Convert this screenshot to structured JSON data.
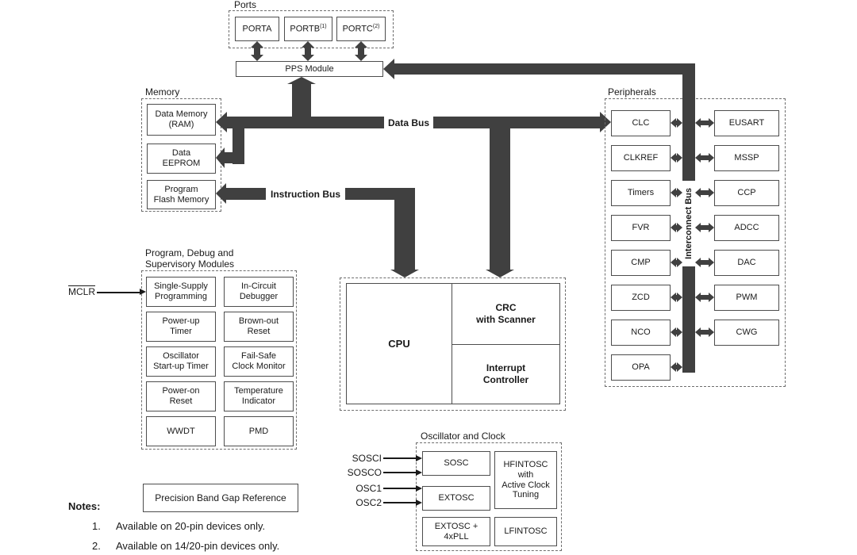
{
  "ports": {
    "section_label": "Ports",
    "items": [
      {
        "name": "PORTA",
        "sup": ""
      },
      {
        "name": "PORTB",
        "sup": "(1)"
      },
      {
        "name": "PORTC",
        "sup": "(2)"
      }
    ]
  },
  "pps_module": {
    "label": "PPS Module"
  },
  "memory": {
    "section_label": "Memory",
    "blocks": [
      "Data Memory\n(RAM)",
      "Data\nEEPROM",
      "Program\nFlash Memory"
    ]
  },
  "buses": {
    "data_bus_label": "Data Bus",
    "instruction_bus_label": "Instruction Bus",
    "interconnect_bus_label": "Interconnect Bus"
  },
  "cpu_block": {
    "cpu_label": "CPU",
    "crc_label": "CRC\nwith Scanner",
    "interrupt_label": "Interrupt\nController"
  },
  "peripherals": {
    "section_label": "Peripherals",
    "left_column": [
      "CLC",
      "CLKREF",
      "Timers",
      "FVR",
      "CMP",
      "ZCD",
      "NCO",
      "OPA"
    ],
    "right_column": [
      "EUSART",
      "MSSP",
      "CCP",
      "ADCC",
      "DAC",
      "PWM",
      "CWG"
    ]
  },
  "debug_modules": {
    "section_label": "Program, Debug and\nSupervisory Modules",
    "mclr_label": "MCLR",
    "left_column": [
      "Single-Supply\nProgramming",
      "Power-up\nTimer",
      "Oscillator\nStart-up Timer",
      "Power-on\nReset",
      "WWDT"
    ],
    "right_column": [
      "In-Circuit\nDebugger",
      "Brown-out\nReset",
      "Fail-Safe\nClock Monitor",
      "Temperature\nIndicator",
      "PMD"
    ]
  },
  "oscillator": {
    "section_label": "Oscillator and Clock",
    "pin_labels": [
      "SOSCI",
      "SOSCO",
      "OSC1",
      "OSC2"
    ],
    "blocks": {
      "sosc": "SOSC",
      "hfintosc": "HFINTOSC\nwith\nActive Clock\nTuning",
      "extosc": "EXTOSC",
      "extosc_pll": "EXTOSC +\n4xPLL",
      "lfintosc": "LFINTOSC"
    }
  },
  "bandgap_label": "Precision Band Gap Reference",
  "notes": {
    "title": "Notes:",
    "items": [
      {
        "num": "1.",
        "text": "Available on 20-pin devices only."
      },
      {
        "num": "2.",
        "text": "Available on 14/20-pin devices only."
      }
    ]
  },
  "colors": {
    "bus": "#404040",
    "box_border": "#4d4d4d",
    "text": "#1a1a1a"
  }
}
